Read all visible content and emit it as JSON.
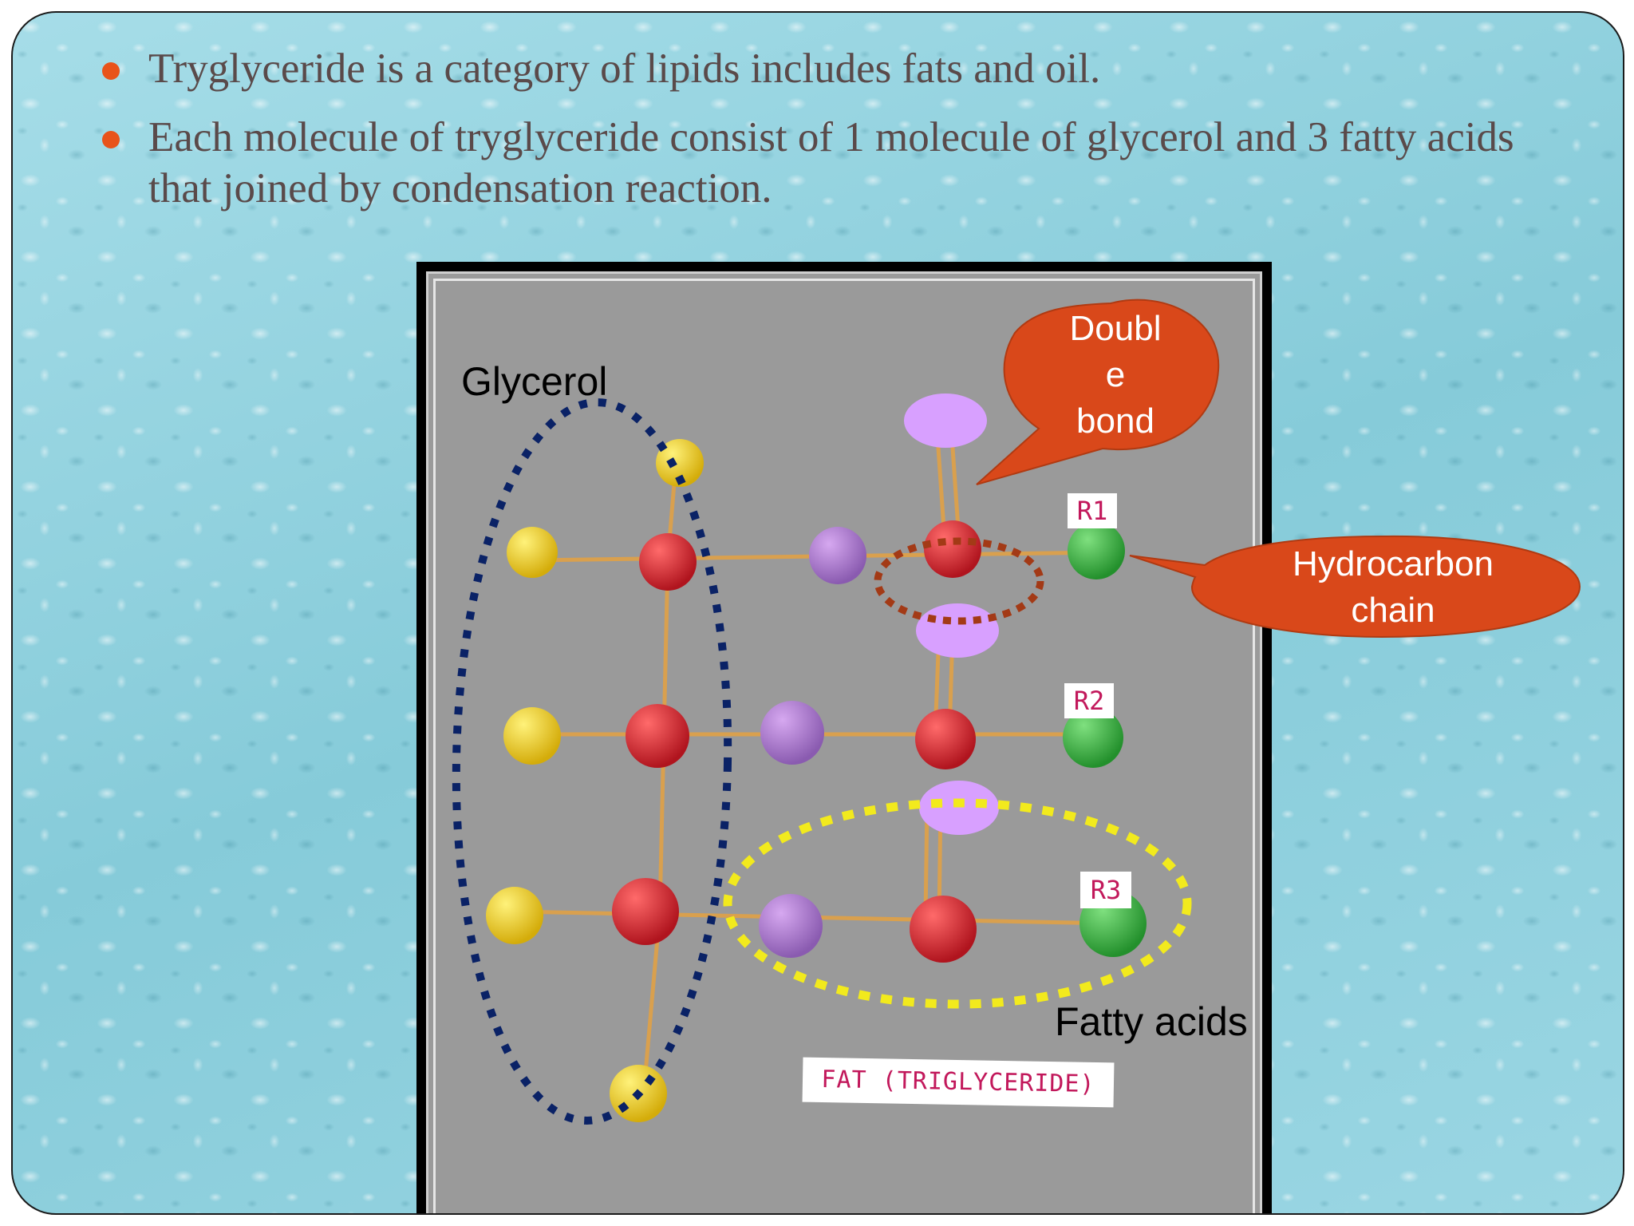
{
  "bullets": [
    "Tryglyceride is a category of lipids includes fats and oil.",
    "Each molecule of tryglyceride consist of 1 molecule of glycerol and 3 fatty acids that joined by condensation reaction."
  ],
  "labels": {
    "glycerol": "Glycerol",
    "fatty_acids": "Fatty acids",
    "double_bond": "Doubl\ne\nbond",
    "hydrocarbon_chain": "Hydrocarbon\nchain"
  },
  "model_cards": {
    "r1": "R1",
    "r2": "R2",
    "r3": "R3",
    "title": "FAT (TRIGLYCERIDE)"
  },
  "colors": {
    "bullet": "#e8531a",
    "callout": "#d9481a",
    "glycerol_outline": "#0a2266",
    "fatty_acid_outline": "#f2ea1d",
    "double_bond_outline": "#a33a16",
    "hydrogen_ball": "#f0d020",
    "carbon_ball": "#e12c36",
    "oxygen_ball": "#b07ad8",
    "double_oxygen_ball": "#d8a0ff",
    "r_group_ball": "#3fb84a"
  }
}
